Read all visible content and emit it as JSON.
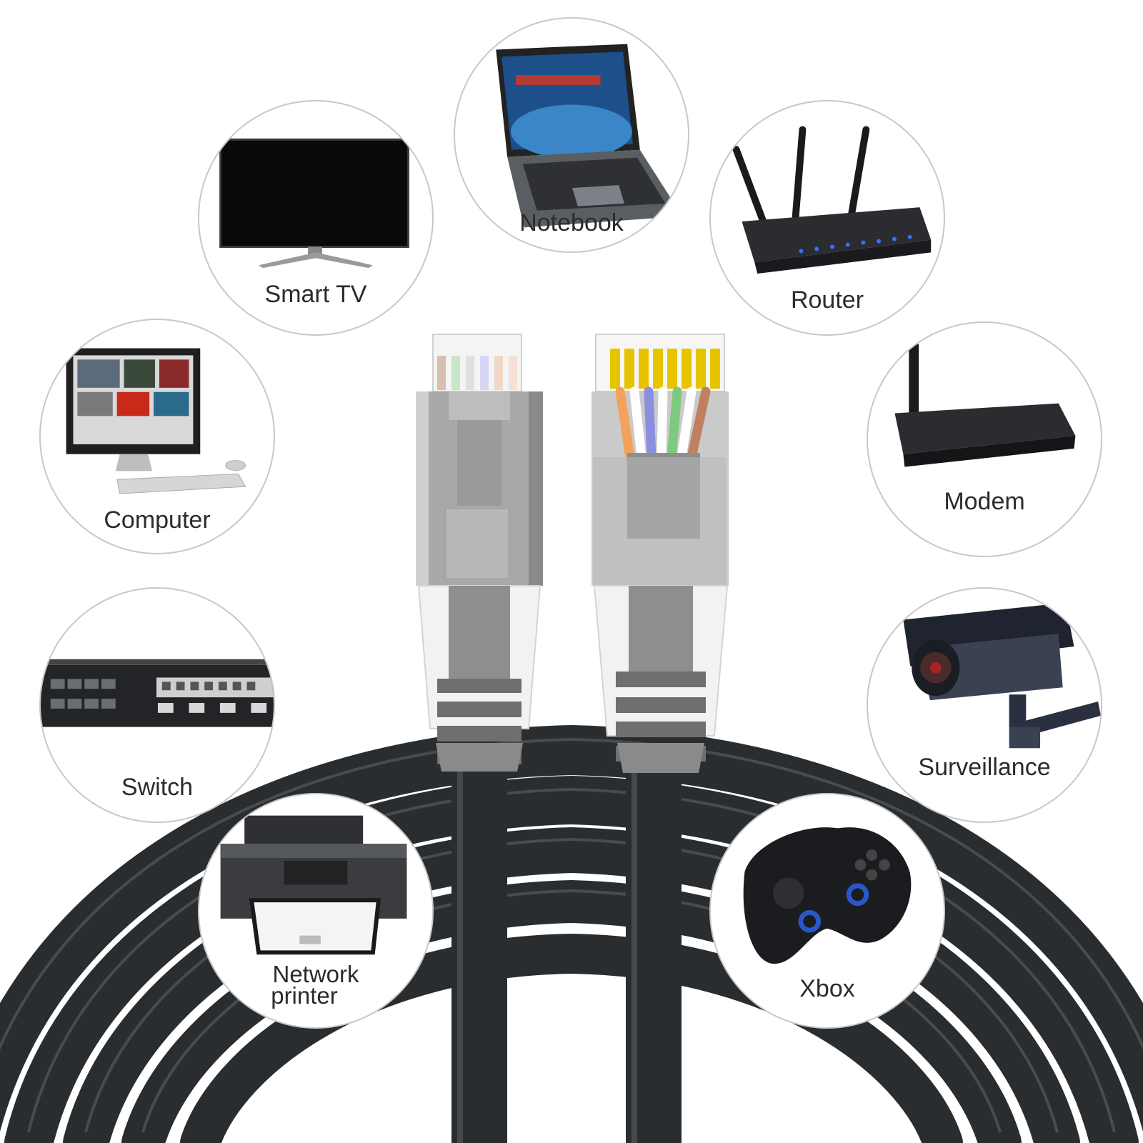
{
  "devices": [
    {
      "id": "notebook",
      "label": "Notebook",
      "icon": "laptop-icon"
    },
    {
      "id": "smart-tv",
      "label": "Smart TV",
      "icon": "tv-icon"
    },
    {
      "id": "router",
      "label": "Router",
      "icon": "router-icon"
    },
    {
      "id": "computer",
      "label": "Computer",
      "icon": "desktop-computer-icon"
    },
    {
      "id": "modem",
      "label": "Modem",
      "icon": "modem-icon"
    },
    {
      "id": "switch",
      "label": "Switch",
      "icon": "network-switch-icon"
    },
    {
      "id": "surveillance",
      "label": "Surveillance",
      "icon": "security-camera-icon"
    },
    {
      "id": "network-printer",
      "label_line1": "Network",
      "label_line2": "printer",
      "icon": "printer-icon"
    },
    {
      "id": "xbox",
      "label": "Xbox",
      "icon": "gamepad-icon"
    }
  ],
  "cable": {
    "color": "#2a2d30",
    "plug_wire_colors": [
      "#f2a25a",
      "#ffffff",
      "#7fc97f",
      "#8b8fe0",
      "#ffffff",
      "#e8a060",
      "#ffffff",
      "#c08060"
    ]
  }
}
